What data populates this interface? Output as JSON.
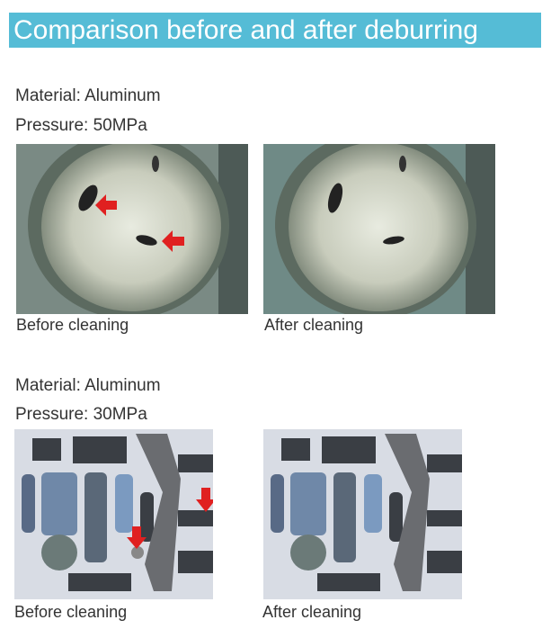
{
  "title": "Comparison before and after deburring",
  "sections": [
    {
      "material": "Material: Aluminum",
      "pressure": "Pressure: 50MPa",
      "before_caption": "Before cleaning",
      "after_caption": "After cleaning"
    },
    {
      "material": "Material: Aluminum",
      "pressure": "Pressure: 30MPa",
      "before_caption": "Before cleaning",
      "after_caption": "After cleaning"
    }
  ],
  "colors": {
    "title_bg": "#55bcd6",
    "arrow": "#e02020"
  }
}
